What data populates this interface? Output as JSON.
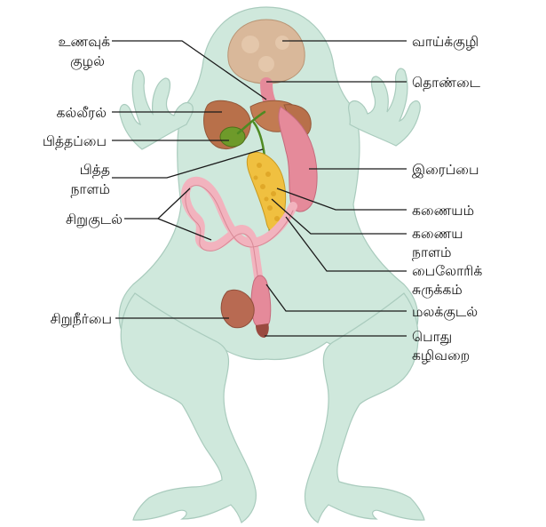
{
  "labels": {
    "oesophagus": [
      "உணவுக்",
      "குழல்"
    ],
    "mouth_cavity": [
      "வாய்க்குழி"
    ],
    "pharynx": [
      "தொண்டை"
    ],
    "liver": [
      "கல்லீரல்"
    ],
    "gall_bladder": [
      "பித்தப்பை"
    ],
    "bile_duct": [
      "பித்த",
      "நாளம்"
    ],
    "stomach": [
      "இரைப்பை"
    ],
    "small_intestine": [
      "சிறுகுடல்"
    ],
    "pancreas": [
      "கணையம்"
    ],
    "pancreatic_duct": [
      "கணைய",
      "நாளம்"
    ],
    "pyloric_sphincter": [
      "பைலோரிக்",
      "சுருக்கம்"
    ],
    "rectum": [
      "மலக்குடல்"
    ],
    "urinary_bladder": [
      "சிறுநீர்பை"
    ],
    "cloaca": [
      "பொது",
      "கழிவறை"
    ]
  },
  "colors": {
    "body": "#cfe8dc",
    "body_outline": "#a9cbbd",
    "mouth": "#d9b89a",
    "liver": "#b8704a",
    "gall_bladder": "#6e9a2a",
    "stomach": "#e58a9a",
    "intestine": "#f2b3be",
    "pancreas": "#f0c040",
    "bladder": "#b86a52",
    "leader": "#1a1a1a"
  }
}
